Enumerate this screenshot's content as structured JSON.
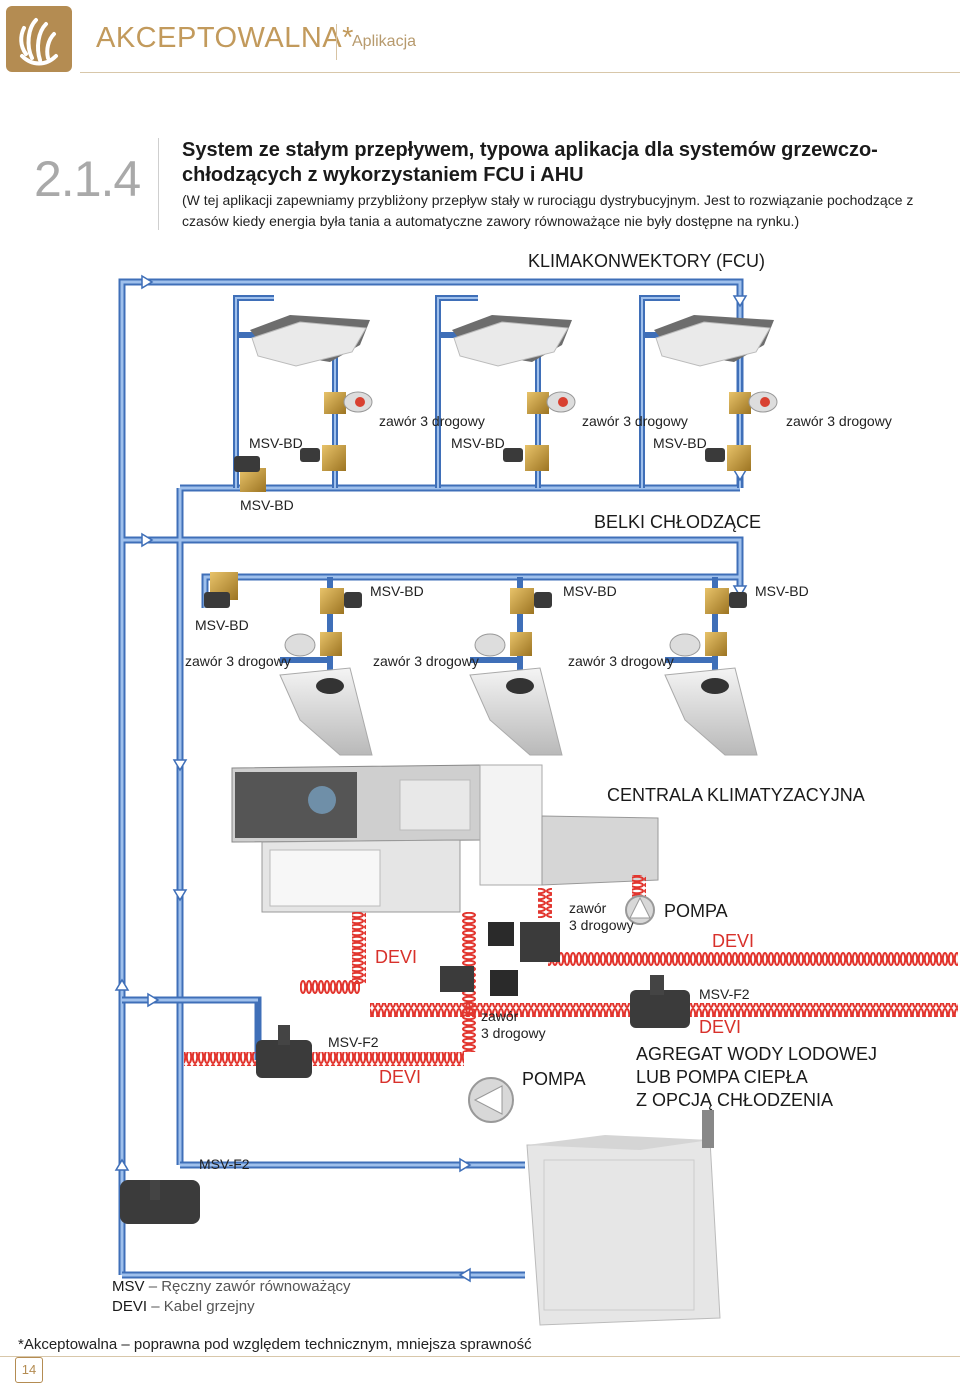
{
  "header": {
    "title": "AKCEPTOWALNA*",
    "subtitle": "Aplikacja"
  },
  "section": {
    "number": "2.1.4",
    "title": "System ze stałym przepływem, typowa aplikacja dla systemów grzewczo-chłodzących z wykorzystaniem FCU i AHU",
    "description": "(W tej aplikacji zapewniamy przybliżony przepływ stały w rurociągu dystrybucyjnym. Jest to rozwiązanie pochodzące z czasów kiedy energia była tania a automatyczne zawory równoważące nie były dostępne na rynku.)"
  },
  "diagram": {
    "fcu_title": "KLIMAKONWEKTORY (FCU)",
    "beams_title": "BELKI CHŁODZĄCE",
    "ahu_title": "CENTRALA KLIMATYZACYJNA",
    "chiller_title_1": "AGREGAT WODY LODOWEJ",
    "chiller_title_2": "LUB POMPA CIEPŁA",
    "chiller_title_3": "Z OPCJĄ CHŁODZENIA",
    "msv_bd": "MSV-BD",
    "msv_f2": "MSV-F2",
    "valve3": "zawór 3 drogowy",
    "valve3_a": "zawór",
    "valve3_b": "3 drogowy",
    "pump": "POMPA",
    "devi": "DEVI",
    "colors": {
      "pipe_blue": "#4a7cc4",
      "pipe_light": "#9fc0ec",
      "coil_red": "#e2352e",
      "accent_gold": "#b48c52"
    }
  },
  "legend": {
    "msv_key": "MSV",
    "msv_text": "Ręczny zawór równoważący",
    "devi_key": "DEVI",
    "devi_text": "Kabel grzejny"
  },
  "footer": {
    "note": "*Akceptowalna – poprawna pod względem technicznym, mniejsza sprawność",
    "page": "14"
  }
}
